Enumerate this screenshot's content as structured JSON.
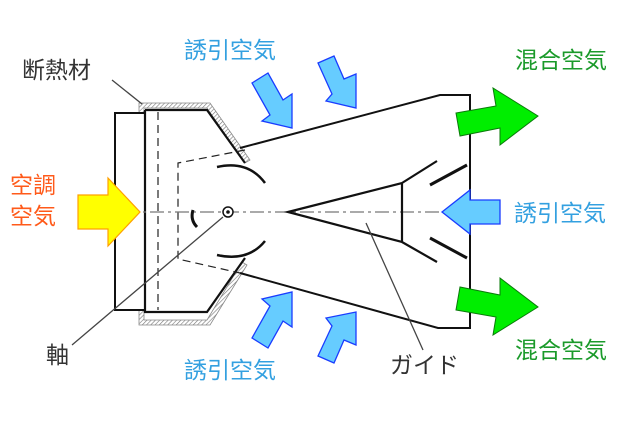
{
  "labels": {
    "insulation": "断熱材",
    "induced_air_top": "誘引空気",
    "mixed_air_top": "混合空気",
    "conditioned_air_1": "空調",
    "conditioned_air_2": "空気",
    "induced_air_right": "誘引空気",
    "shaft": "軸",
    "induced_air_bottom": "誘引空気",
    "guide": "ガイド",
    "mixed_air_bottom": "混合空気"
  },
  "colors": {
    "induced": "#33a0e0",
    "mixed": "#1a9a2a",
    "conditioned": "#ff5a1a",
    "blue_arrow": "#66ccff",
    "green_arrow": "#00ee00",
    "yellow_arrow": "#ffff00"
  }
}
